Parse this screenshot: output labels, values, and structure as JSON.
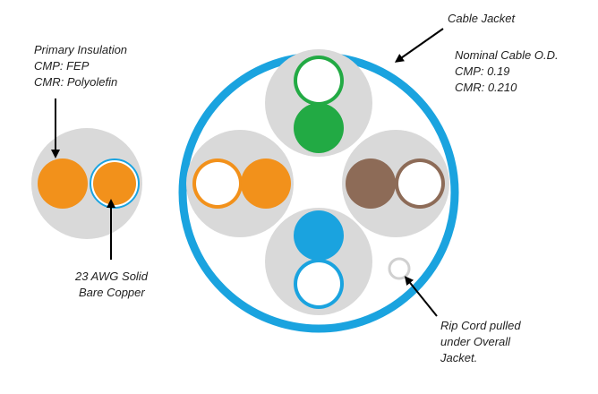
{
  "labels": {
    "primary_insulation": {
      "heading": "Primary Insulation",
      "cmp": "CMP:  FEP",
      "cmr": "CMR:  Polyolefin"
    },
    "conductor": {
      "line1": "23 AWG Solid",
      "line2": "Bare Copper"
    },
    "cable_jacket": "Cable Jacket",
    "nominal_od": {
      "heading": "Nominal Cable O.D.",
      "cmp": "CMP:  0.19",
      "cmr": "CMR:  0.210"
    },
    "rip_cord": {
      "line1": "Rip Cord pulled",
      "line2": "under Overall",
      "line3": "Jacket."
    }
  },
  "colors": {
    "jacket": "#1aa3df",
    "pair_sheath": "#d9d9d9",
    "orange": "#f2911b",
    "green": "#22aa44",
    "brown": "#8d6b57",
    "blue": "#1aa3df",
    "white": "#ffffff",
    "rip_cord": "#d0d0d0",
    "text": "#222222"
  },
  "pairs": [
    {
      "name": "orange",
      "solid": "orange",
      "stripe": "white-orange"
    },
    {
      "name": "green",
      "solid": "green",
      "stripe": "white-green"
    },
    {
      "name": "brown",
      "solid": "brown",
      "stripe": "white-brown"
    },
    {
      "name": "blue",
      "solid": "blue",
      "stripe": "white-blue"
    }
  ]
}
